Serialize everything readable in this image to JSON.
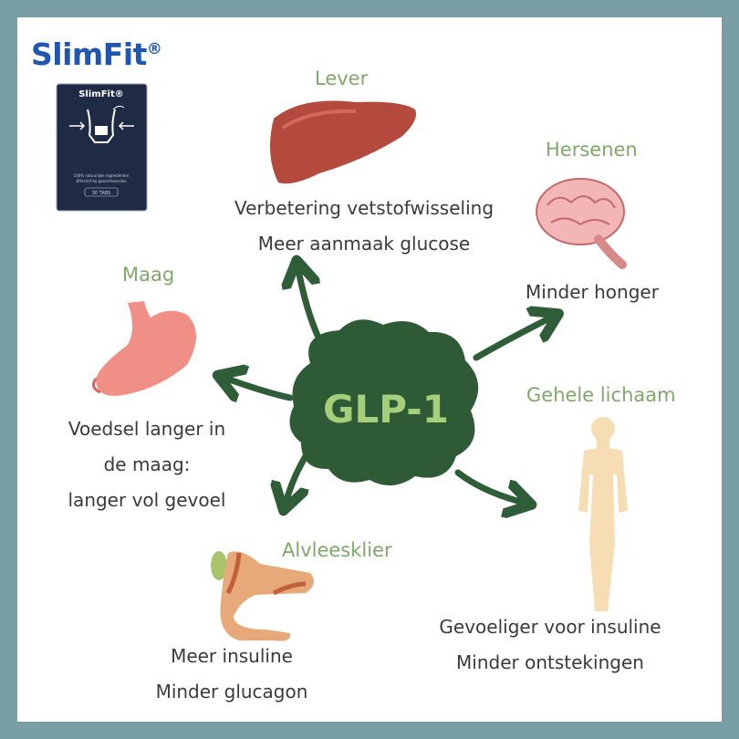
{
  "brand": {
    "name": "SlimFit",
    "reg": "®"
  },
  "package": {
    "name": "SlimFit®",
    "text1": "100% natuurlijke ingrediënten",
    "text2": "Effectief bij gewichtsverlies",
    "count": "30 TABS"
  },
  "center": {
    "label": "GLP-1"
  },
  "organs": {
    "lever": {
      "label": "Lever",
      "lines": [
        "Verbetering vetstofwisseling",
        "Meer aanmaak glucose"
      ]
    },
    "hersenen": {
      "label": "Hersenen",
      "lines": [
        "Minder honger"
      ]
    },
    "maag": {
      "label": "Maag",
      "lines": [
        "Voedsel langer in",
        "de maag:",
        "langer vol gevoel"
      ]
    },
    "lichaam": {
      "label": "Gehele lichaam",
      "lines": [
        "Gevoeliger voor insuline",
        "Minder ontstekingen"
      ]
    },
    "alvleesklier": {
      "label": "Alvleesklier",
      "lines": [
        "Meer insuline",
        "Minder glucagon"
      ]
    }
  },
  "colors": {
    "frame": "#7a9ea5",
    "blob": "#2e5a36",
    "arrow": "#2f5d38",
    "label": "#7fa86a",
    "brand": "#1e56b0"
  }
}
